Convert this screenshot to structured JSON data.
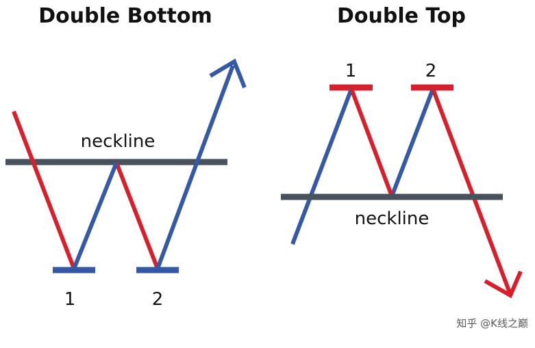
{
  "colors": {
    "red": "#d7202c",
    "blue": "#3659a6",
    "neckline": "#47525c",
    "text": "#111111"
  },
  "double_bottom": {
    "title": "Double Bottom",
    "neckline_label": "neckline",
    "bottom_1_label": "1",
    "bottom_2_label": "2"
  },
  "double_top": {
    "title": "Double Top",
    "neckline_label": "neckline",
    "top_1_label": "1",
    "top_2_label": "2"
  },
  "watermark": "知乎 @K线之巅"
}
